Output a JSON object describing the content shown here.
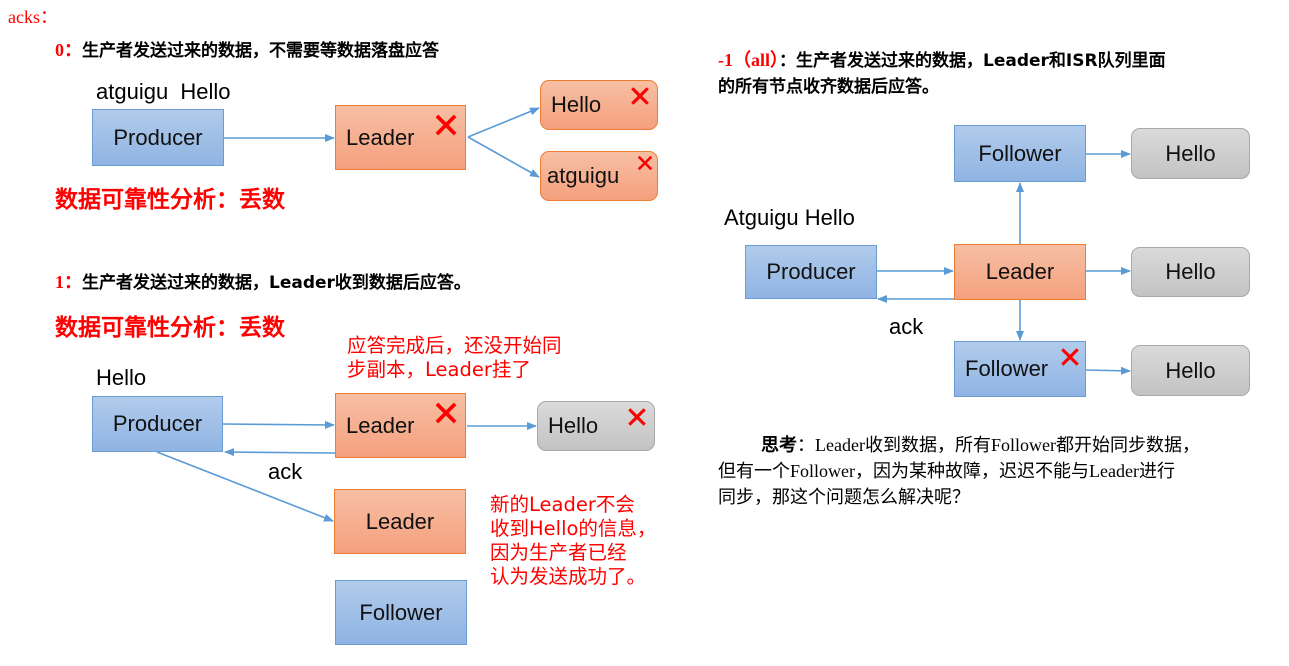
{
  "acks_title": "acks：",
  "section0": {
    "level": "0：",
    "desc": "生产者发送过来的数据，不需要等数据落盘应答",
    "message_label": "atguigu  Hello",
    "producer": "Producer",
    "leader": "Leader",
    "out1": "Hello",
    "out2": "atguigu",
    "analysis": "数据可靠性分析：丢数"
  },
  "section1": {
    "level": "1：",
    "desc": "生产者发送过来的数据，Leader收到数据后应答。",
    "analysis": "数据可靠性分析：丢数",
    "note_top": [
      "应答完成后，还没开始同",
      "步副本，Leader挂了"
    ],
    "message_label": "Hello",
    "producer": "Producer",
    "leader": "Leader",
    "out": "Hello",
    "ack": "ack",
    "new_leader": "Leader",
    "follower": "Follower",
    "note_side": [
      "新的Leader不会",
      "收到Hello的信息，",
      "因为生产者已经",
      "认为发送成功了。"
    ]
  },
  "section_all": {
    "level": "-1（all）",
    "desc_line1": "：生产者发送过来的数据，Leader和ISR队列里面",
    "desc_line2": "的所有节点收齐数据后应答。",
    "message_label": "Atguigu Hello",
    "producer": "Producer",
    "leader": "Leader",
    "follower_top": "Follower",
    "follower_bottom": "Follower",
    "hello_top": "Hello",
    "hello_mid": "Hello",
    "hello_bottom": "Hello",
    "ack": "ack"
  },
  "thinking": {
    "label": "思考",
    "line1": "：Leader收到数据，所有Follower都开始同步数据，",
    "line2": "但有一个Follower，因为某种故障，迟迟不能与Leader进行",
    "line3": "同步，那这个问题怎么解决呢？"
  },
  "colors": {
    "accent_red": "#ff0000",
    "arrow_blue": "#5b9bd5",
    "producer_blue": "#9dbde6",
    "leader_orange": "#f4a98a",
    "stored_gray": "#cfcfcf"
  }
}
